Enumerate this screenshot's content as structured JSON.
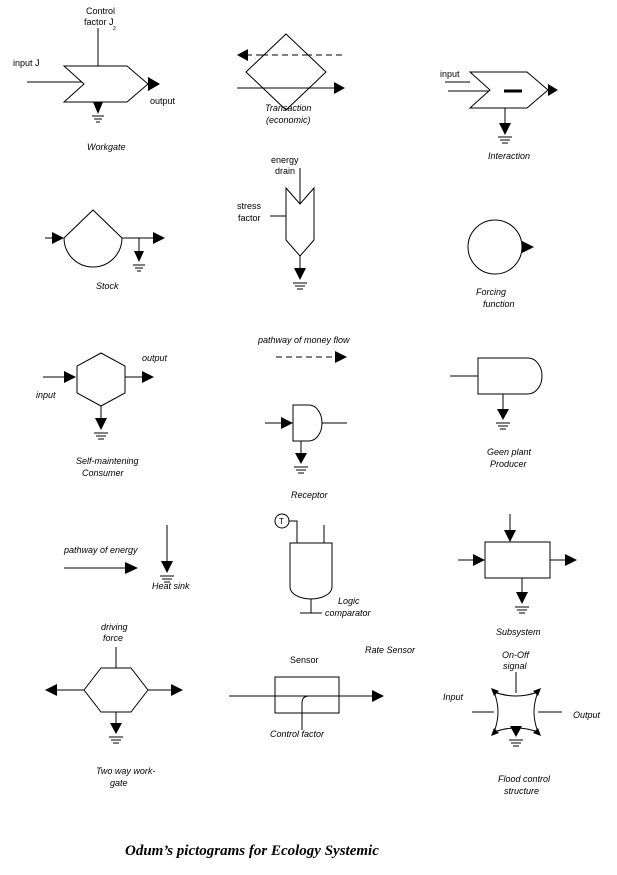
{
  "caption": "Odum’s pictograms for Ecology Systemic",
  "symbols": {
    "workgate": {
      "control_label_1": "Control",
      "control_label_2": "factor J",
      "control_sub": "2",
      "input_label": "input J",
      "output_label": "output",
      "name": "Workgate"
    },
    "transaction": {
      "name_1": "Transaction",
      "name_2": "(economic)"
    },
    "interaction": {
      "input_label": "input",
      "name": "Interaction"
    },
    "stock": {
      "name": "Stock"
    },
    "drain": {
      "energy_label_1": "energy",
      "energy_label_2": "drain",
      "stress_label_1": "stress",
      "stress_label_2": "factor"
    },
    "forcing": {
      "name_1": "Forcing",
      "name_2": "function"
    },
    "consumer": {
      "output_label": "output",
      "input_label": "input",
      "name_1": "Self-maintening",
      "name_2": "Consumer"
    },
    "money": {
      "label": "pathway of money flow"
    },
    "producer": {
      "name_1": "Geen plant",
      "name_2": "Producer"
    },
    "receptor": {
      "name": "Receptor"
    },
    "energy_path": {
      "label": "pathway of energy"
    },
    "heat_sink": {
      "name": "Heat sink"
    },
    "logic": {
      "t_label": "T",
      "name_1": "Logic",
      "name_2": "comparator"
    },
    "subsystem": {
      "name": "Subsystem"
    },
    "two_way": {
      "force_label_1": "driving",
      "force_label_2": "force",
      "name_1": "Two way work-",
      "name_2": "gate"
    },
    "sensor": {
      "sensor_label": "Sensor",
      "rate_label": "Rate Sensor",
      "control_label": "Control factor"
    },
    "flood": {
      "signal_label_1": "On-Off",
      "signal_label_2": "signal",
      "input_label": "Input",
      "output_label": "Output",
      "name_1": "Flood control",
      "name_2": "structure"
    }
  }
}
